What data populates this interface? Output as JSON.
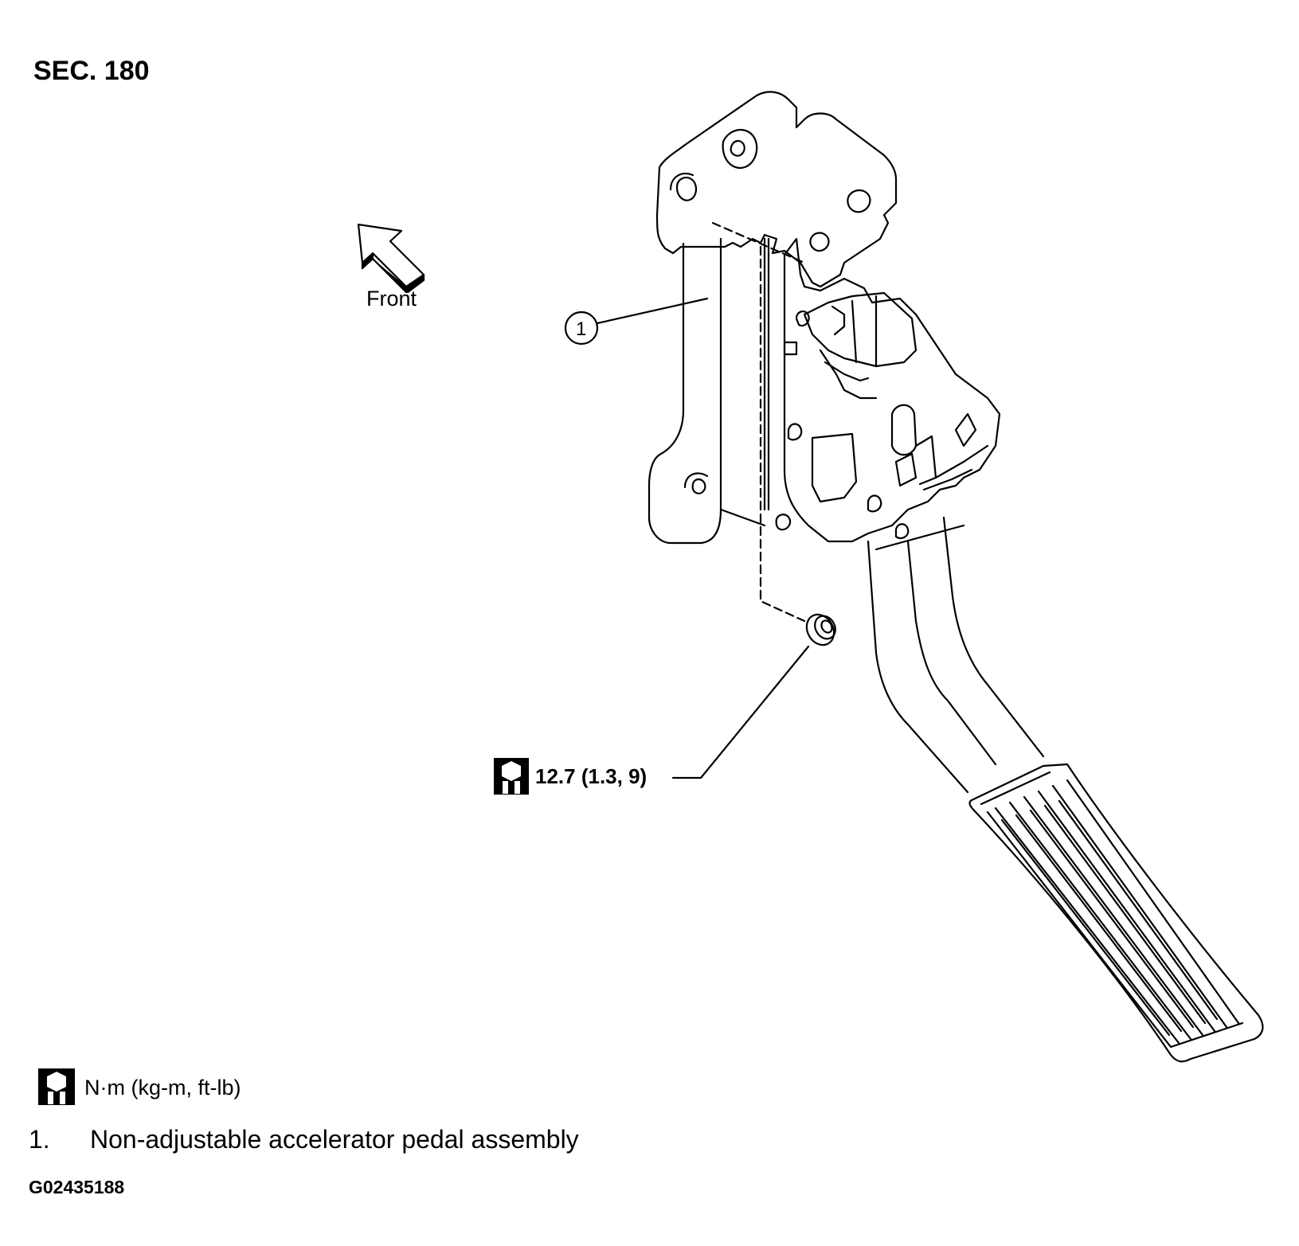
{
  "section": "SEC. 180",
  "direction_label": "Front",
  "callout": "1",
  "torque": {
    "icon": "torque-wrench-icon",
    "value": "12.7 (1.3, 9)"
  },
  "legend": {
    "icon": "torque-wrench-icon",
    "unit_text": "N·m (kg-m, ft-lb)",
    "items": [
      {
        "number": "1.",
        "text": "Non-adjustable accelerator pedal assembly"
      }
    ]
  },
  "figure_id": "G02435188"
}
